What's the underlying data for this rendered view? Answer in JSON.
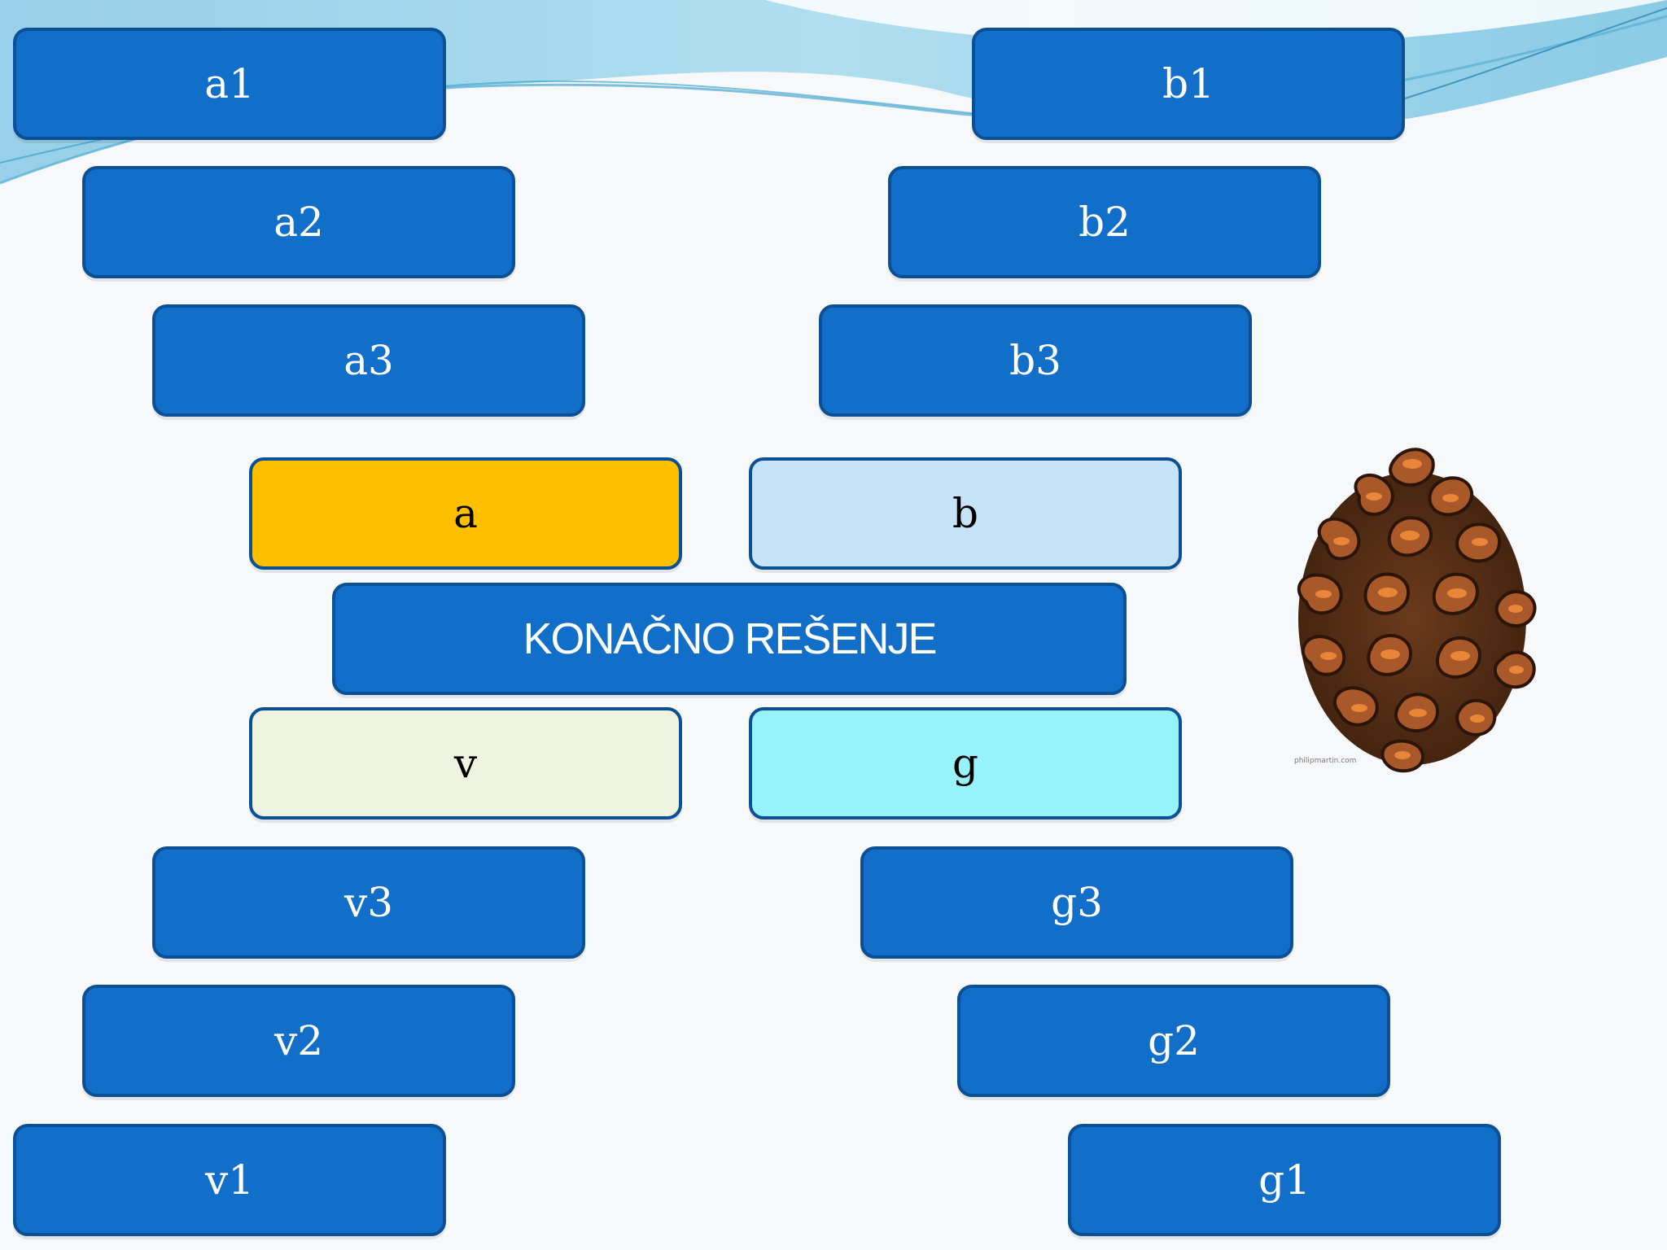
{
  "colors": {
    "tile_blue": "#116ec9",
    "tile_border": "#0b4f95",
    "a_yellow": "#fcc000",
    "b_lightblue": "#c7e3f8",
    "v_cream": "#eef4df",
    "g_cyan": "#97f2fa",
    "background": "#f7f8fa"
  },
  "column_a": {
    "a1": "a1",
    "a2": "a2",
    "a3": "a3",
    "answer": "a"
  },
  "column_b": {
    "b1": "b1",
    "b2": "b2",
    "b3": "b3",
    "answer": "b"
  },
  "column_v": {
    "v1": "v1",
    "v2": "v2",
    "v3": "v3",
    "answer": "v"
  },
  "column_g": {
    "g1": "g1",
    "g2": "g2",
    "g3": "g3",
    "answer": "g"
  },
  "final": {
    "label": "KONAČNO REŠENJE"
  },
  "image": {
    "icon": "pinecone-icon",
    "watermark": "philipmartin.com"
  }
}
